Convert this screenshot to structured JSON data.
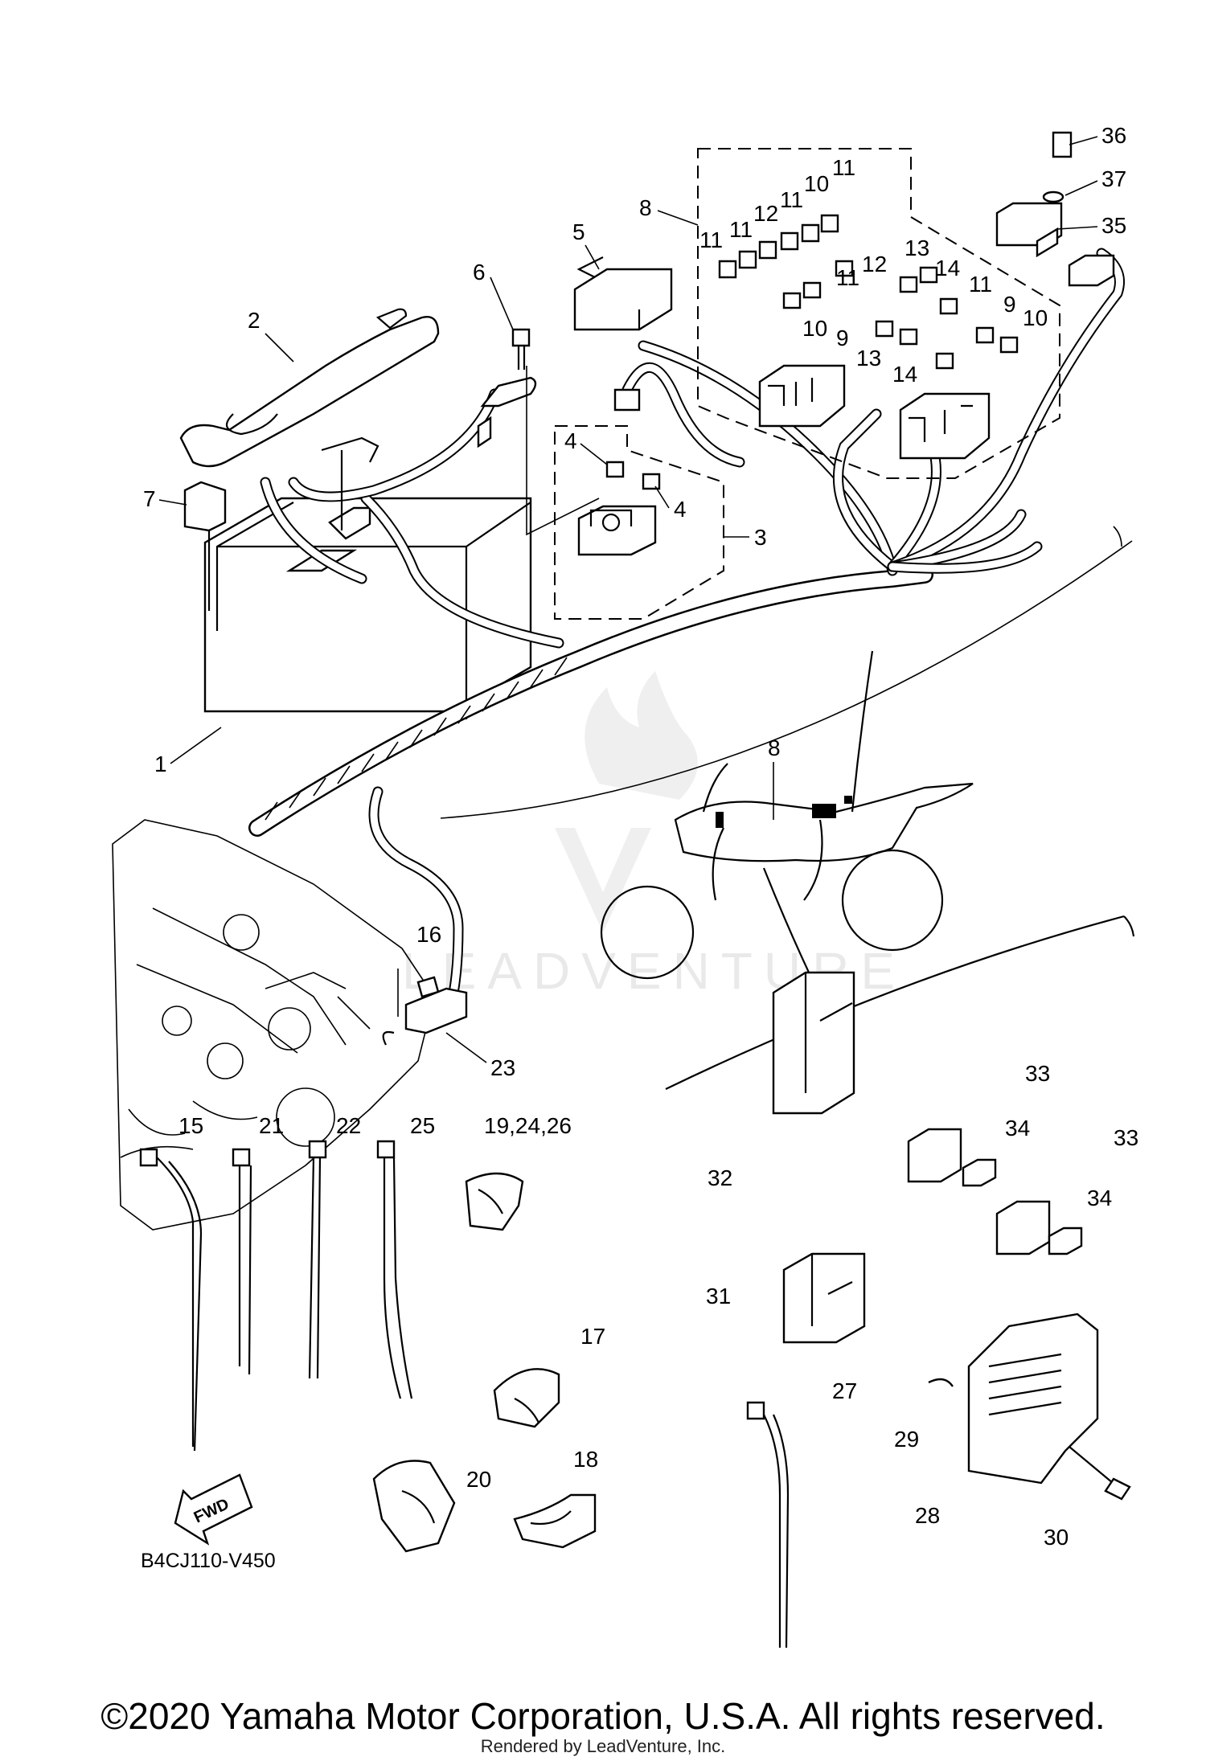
{
  "diagram": {
    "callouts": {
      "c1": "1",
      "c2": "2",
      "c3": "3",
      "c4a": "4",
      "c4b": "4",
      "c5": "5",
      "c6": "6",
      "c7": "7",
      "c8a": "8",
      "c8b": "8",
      "f11a": "11",
      "f11b": "11",
      "f12a": "12",
      "f11c": "11",
      "f10a": "10",
      "f11d": "11",
      "f12b": "12",
      "f11e": "11",
      "f10b": "10",
      "f13a": "13",
      "f14a": "14",
      "f11f": "11",
      "f9a": "9",
      "f10c": "10",
      "f9b": "9",
      "f13b": "13",
      "f14b": "14",
      "c15": "15",
      "c16": "16",
      "c17": "17",
      "c18": "18",
      "c19": "19,24,26",
      "c20": "20",
      "c21": "21",
      "c22": "22",
      "c23": "23",
      "c25": "25",
      "c27": "27",
      "c28": "28",
      "c29": "29",
      "c30": "30",
      "c31": "31",
      "c32": "32",
      "c33a": "33",
      "c34a": "34",
      "c33b": "33",
      "c34b": "34",
      "c35": "35",
      "c36": "36",
      "c37": "37"
    },
    "fwd_label": "FWD",
    "diagram_code": "B4CJ110-V450",
    "watermark": "LEADVENTURE"
  },
  "footer": {
    "copyright": "©2020 Yamaha Motor Corporation, U.S.A. All rights reserved.",
    "rendered_by": "Rendered by LeadVenture, Inc."
  }
}
